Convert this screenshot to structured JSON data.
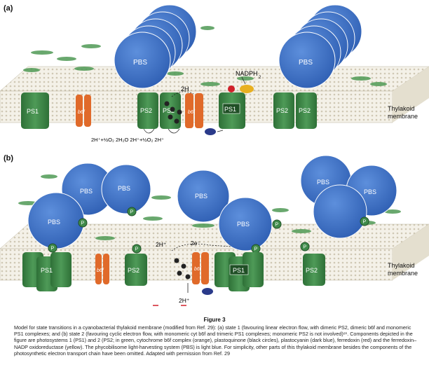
{
  "panels": {
    "a": {
      "label": "(a)",
      "complexes": {
        "ps1_left": "PS1",
        "b6f_left": "b6f",
        "ps2_a": "PS2",
        "ps2_b": "PS2",
        "b6f_mid": "b6f",
        "ps1_mid": "PS1",
        "ps2_c": "PS2",
        "ps2_d": "PS2"
      },
      "pbs": [
        "PBS",
        "PBS"
      ],
      "annotations": {
        "h_top": "2H",
        "nadph": "NADPH",
        "nadph_sub": "2",
        "h2o_reaction": "2H⁺+½O₂  2H₂O  2H⁺+½O₂  2H⁺"
      },
      "membrane_label": "Thylakoid\nmembrane"
    },
    "b": {
      "label": "(b)",
      "complexes": {
        "ps1_left": "PS1",
        "b6f_left": "b6f",
        "ps2_left": "PS2",
        "b6f_mid": "b6f",
        "ps1_mid": "PS1",
        "ps2_right": "PS2"
      },
      "pbs": [
        "PBS",
        "PBS",
        "PBS",
        "PBS",
        "PBS",
        "PBS",
        "PBS"
      ],
      "phospho": "P",
      "annotations": {
        "h_top": "2H⁺",
        "e_top": "2e⁻",
        "h_bottom": "2H⁺"
      },
      "membrane_label": "Thylakoid\nmembrane"
    }
  },
  "caption": {
    "title": "Figure 3",
    "text": "Model for state transitions in a cyanobacterial thylakoid membrane (modified from Ref. 29): (a) state 1 (favouring linear electron flow, with dimeric PS2, dimeric b6f and monomeric PS1 complexes; and (b) state 2 (favouring cyclic electron flow, with monomeric cyt b6f and trimeric PS1 complexes; monomeric PS2 is not involved)⁸¹. Components depicted in the figure are photosystems 1 (PS1) and 2 (PS2; in green, cytochrome b6f complex (orange), plastoquinone (black circles), plastocyanin (dark blue), ferredoxin (red) and the ferredoxin–NADP oxidoreductase (yellow). The phycobilisome light-harvesting system (PBS) is light blue. For simplicity, other parts of this thylakoid membrane besides the components of the photosynthetic electron transport chain have been omitted. Adapted with permission from Ref. 29"
  },
  "colors": {
    "pbs": "#3b6fc4",
    "ps": "#3f8a4a",
    "b6f": "#e06a2a",
    "pq": "#222222",
    "pc": "#2a3a8a",
    "fd": "#d0202a",
    "fnr": "#e8b020",
    "membrane": "#e9e4d6"
  }
}
